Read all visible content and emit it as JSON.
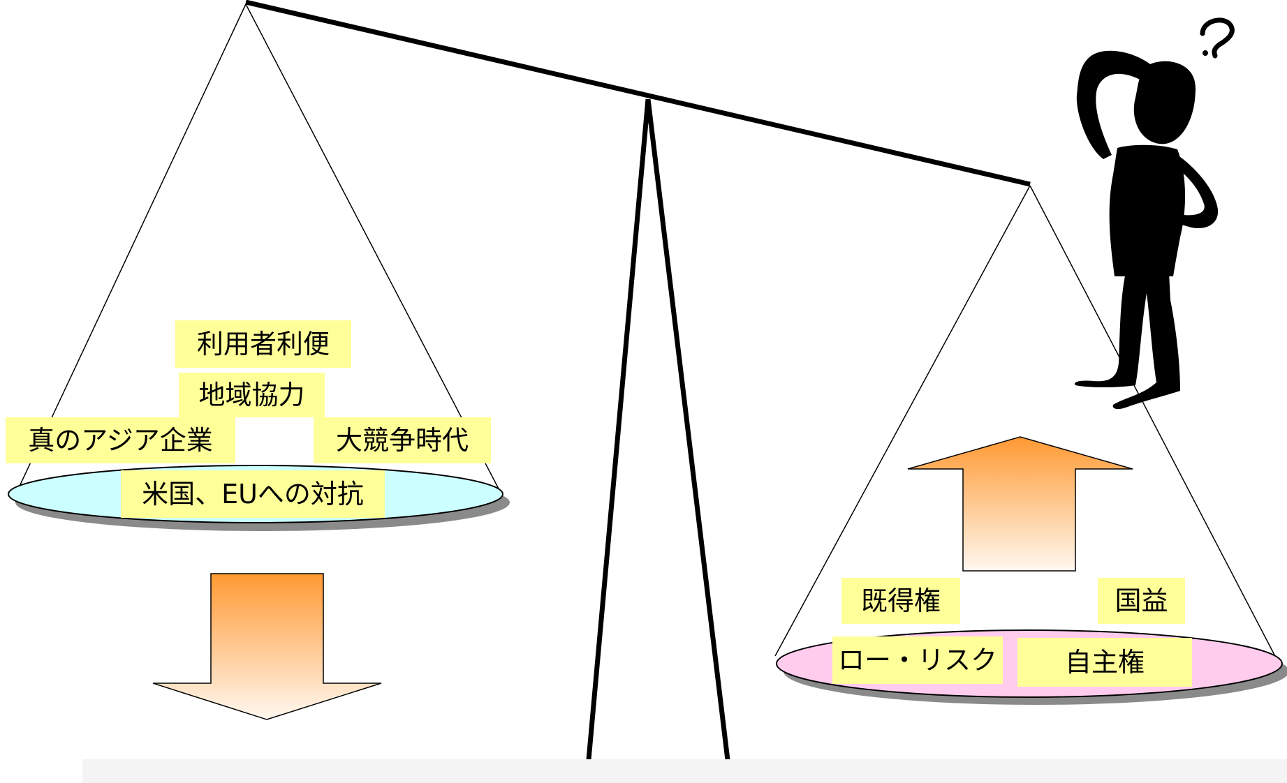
{
  "left_pan": {
    "labels": {
      "user_convenience": "利用者利便",
      "regional_cooperation": "地域協力",
      "true_asian_company": "真のアジア企業",
      "great_competition_era": "大競争時代",
      "counter_us_eu": "米国、EUへの対抗"
    },
    "arrow_direction": "down"
  },
  "right_pan": {
    "labels": {
      "vested_interests": "既得権",
      "national_interest": "国益",
      "low_risk": "ロー・リスク",
      "autonomy": "自主権"
    },
    "arrow_direction": "up"
  },
  "colors": {
    "label_bg": "#ffff99",
    "left_pan_fill": "#ccffff",
    "right_pan_fill": "#ffccee",
    "arrow_top": "#ff9933",
    "arrow_bottom": "#fff8f0"
  },
  "icons": {
    "thinking_figure": "thinking-person-icon",
    "question_mark": "question-mark-icon"
  }
}
